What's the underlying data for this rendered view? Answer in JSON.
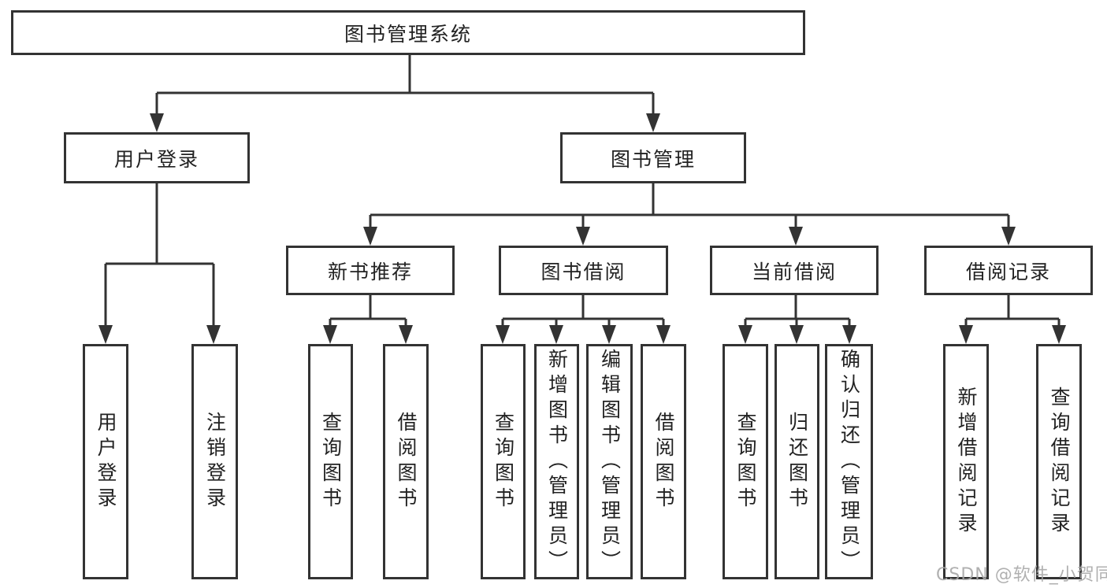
{
  "nodes": {
    "root": {
      "label": "图书管理系统"
    },
    "user_login": {
      "label": "用户登录"
    },
    "book_management": {
      "label": "图书管理"
    },
    "new_book_recommend": {
      "label": "新书推荐"
    },
    "book_borrow": {
      "label": "图书借阅"
    },
    "current_borrow": {
      "label": "当前借阅"
    },
    "borrow_records": {
      "label": "借阅记录"
    },
    "leaf_user_login": {
      "label": "用户登录"
    },
    "leaf_logout": {
      "label": "注销登录"
    },
    "leaf_nb_query": {
      "label": "查询图书"
    },
    "leaf_nb_borrow": {
      "label": "借阅图书"
    },
    "leaf_bb_query": {
      "label": "查询图书"
    },
    "leaf_bb_add": {
      "label": "新增图书（管理员）"
    },
    "leaf_bb_edit": {
      "label": "编辑图书（管理员）"
    },
    "leaf_bb_borrow": {
      "label": "借阅图书"
    },
    "leaf_cb_query": {
      "label": "查询图书"
    },
    "leaf_cb_return": {
      "label": "归还图书"
    },
    "leaf_cb_confirm": {
      "label": "确认归还（管理员）"
    },
    "leaf_br_add": {
      "label": "新增借阅记录"
    },
    "leaf_br_query": {
      "label": "查询借阅记录"
    }
  },
  "hierarchy": {
    "图书管理系统": {
      "用户登录": [
        "用户登录",
        "注销登录"
      ],
      "图书管理": {
        "新书推荐": [
          "查询图书",
          "借阅图书"
        ],
        "图书借阅": [
          "查询图书",
          "新增图书（管理员）",
          "编辑图书（管理员）",
          "借阅图书"
        ],
        "当前借阅": [
          "查询图书",
          "归还图书",
          "确认归还（管理员）"
        ],
        "借阅记录": [
          "新增借阅记录",
          "查询借阅记录"
        ]
      }
    }
  },
  "watermark": {
    "text": "CSDN @软件_小贺同学"
  },
  "colors": {
    "line": "#333333",
    "box_border": "#333333",
    "text": "#222222",
    "watermark": "#a8a8a8",
    "background": "#ffffff"
  }
}
